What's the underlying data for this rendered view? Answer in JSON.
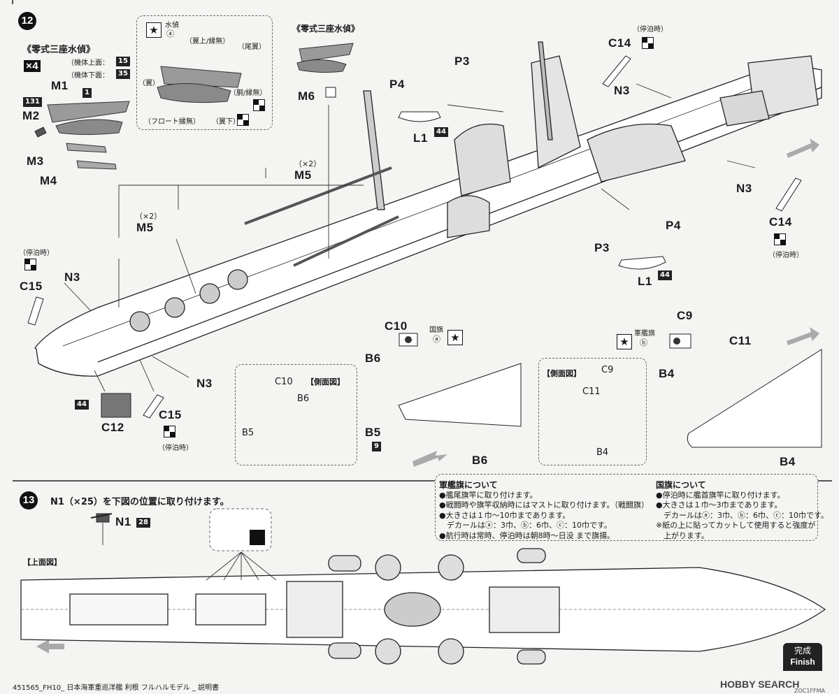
{
  "step12": {
    "number": "12",
    "plane_title": "《零式三座水偵》",
    "times4": "×4",
    "plane_top_label": "（機体上面：",
    "plane_top_num": "15",
    "plane_bottom_label": "（機体下面：",
    "plane_bottom_num": "35",
    "m1": "M1",
    "m1_num": "1",
    "m2": "M2",
    "m2_num": "131",
    "m3": "M3",
    "m4": "M4",
    "inset_label": "水偵",
    "inset_a": "ⓐ",
    "inset_wing_top": "（翼上/縁無）",
    "inset_tail": "（尾翼）",
    "inset_wing": "（翼）",
    "inset_fuselage": "（胴/縁無）",
    "inset_float": "（フロート縁無）",
    "inset_wing_bottom": "（翼下）",
    "top_plane_title": "《零式三座水偵》",
    "m6": "M6",
    "p3_top": "P3",
    "p4_top": "P4",
    "l1_top": "L1",
    "l1_top_num": "44",
    "c14_top": "C14",
    "moored_top": "（停泊時）",
    "n3_top": "N3",
    "n3_right": "N3",
    "c14_right": "C14",
    "moored_right": "（停泊時）",
    "p4_mid": "P4",
    "p3_mid": "P3",
    "l1_mid": "L1",
    "l1_mid_num": "44",
    "m5_a": "M5",
    "m5_a_x2": "（×2）",
    "m5_b": "M5",
    "m5_b_x2": "（×2）",
    "moored_left": "（停泊時）",
    "c15_left": "C15",
    "n3_left": "N3",
    "n3_bottom": "N3",
    "c12": "C12",
    "c12_num": "44",
    "c15_bottom": "C15",
    "moored_bottom": "（停泊時）",
    "c10": "C10",
    "national_flag": "国旗",
    "national_a": "ⓐ",
    "b6_top": "B6",
    "b5": "B5",
    "b5_num": "9",
    "b6_bottom": "B6",
    "side_view_1": "【側面図】",
    "sv1_c10": "C10",
    "sv1_b6": "B6",
    "sv1_b5": "B5",
    "naval_ensign": "軍艦旗",
    "naval_b": "ⓑ",
    "c9": "C9",
    "c11": "C11",
    "b4_left": "B4",
    "b4_right": "B4",
    "side_view_2": "【側面図】",
    "sv2_c9": "C9",
    "sv2_c11": "C11",
    "sv2_b4": "B4"
  },
  "step13": {
    "number": "13",
    "instruction": "N1（×25）を下図の位置に取り付けます。",
    "n1": "N1",
    "n1_num": "28",
    "top_view": "【上面図】",
    "finish_jp": "完成",
    "finish_en": "Finish"
  },
  "notes": {
    "ensign_title": "軍艦旗について",
    "ensign_lines": [
      "●艦尾旗竿に取り付けます。",
      "●戦闘時や旗竿収納時にはマストに取り付けます。（戦闘旗）",
      "●大きさは１巾〜10巾まであります。",
      "　デカールはⓐ：3巾、ⓑ：6巾、ⓒ：10巾です。",
      "●航行時は常時、停泊時は朝8時〜日没 まで旗揚。"
    ],
    "flag_title": "国旗について",
    "flag_lines": [
      "●停泊時に艦首旗竿に取り付けます。",
      "●大きさは１巾〜3巾まであります。",
      "　デカールはⓐ：3巾、ⓑ：6巾、ⓒ：10巾です。",
      "※紙の上に貼ってカットして使用すると強度が",
      "　上がります。"
    ]
  },
  "footer": {
    "left": "451565_FH10_ 日本海軍重巡洋艦 利根 フルハルモデル _ 説明書",
    "logo": "HOBBY SEARCH",
    "code": "ZOC1FFMA"
  },
  "colors": {
    "ink": "#1a1a1a",
    "paper": "#f4f4f2",
    "plane": "#8a8a8a"
  }
}
